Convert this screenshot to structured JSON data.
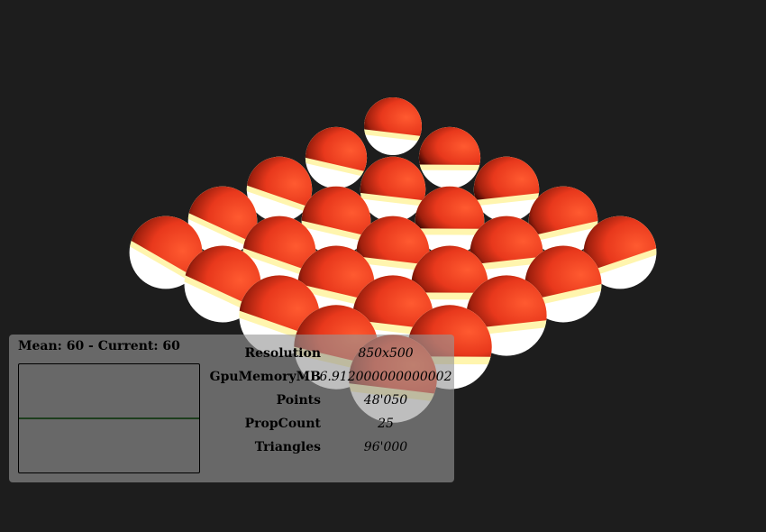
{
  "scene": {
    "background": "#1d1d1d",
    "sphere_colors": {
      "cap": "#ff4a2a",
      "body": "#ffffff",
      "rim": "#fff3a0"
    }
  },
  "stats": {
    "fps_title": "Mean: 60 - Current: 60",
    "fps_mean": 60,
    "fps_current": 60,
    "graph_line_color": "#1e3e1e",
    "rows": [
      {
        "label": "Resolution",
        "value": "850x500"
      },
      {
        "label": "GpuMemoryMB",
        "value": "6.912000000000002"
      },
      {
        "label": "Points",
        "value": "48'050"
      },
      {
        "label": "PropCount",
        "value": "25"
      },
      {
        "label": "Triangles",
        "value": "96'000"
      }
    ]
  }
}
